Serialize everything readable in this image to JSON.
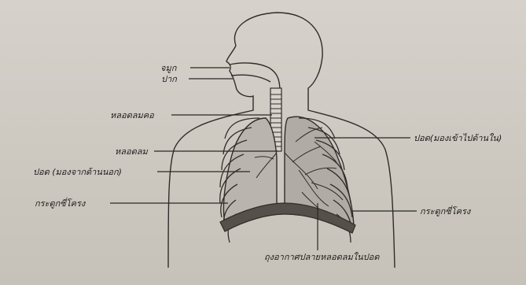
{
  "labels": {
    "nose": "จมูก",
    "mouth": "ปาก",
    "trachea": "หลอดลมคอ",
    "lung_inside": "ปอด(มองเข้าไปด้านใน)",
    "bronchus": "หลอดลม",
    "lung_outside": "ปอด (มองจากด้านนอก)",
    "ribs_left": "กระดูกซี่โครง",
    "ribs_right": "กระดูกซี่โครง",
    "alveoli": "ถุงอากาศปลายหลอดลมในปอด"
  },
  "colors": {
    "paper": "#cfcac3",
    "ink": "#2a2825",
    "lung_fill": "#b9b5ae",
    "diaphragm": "#555049"
  }
}
